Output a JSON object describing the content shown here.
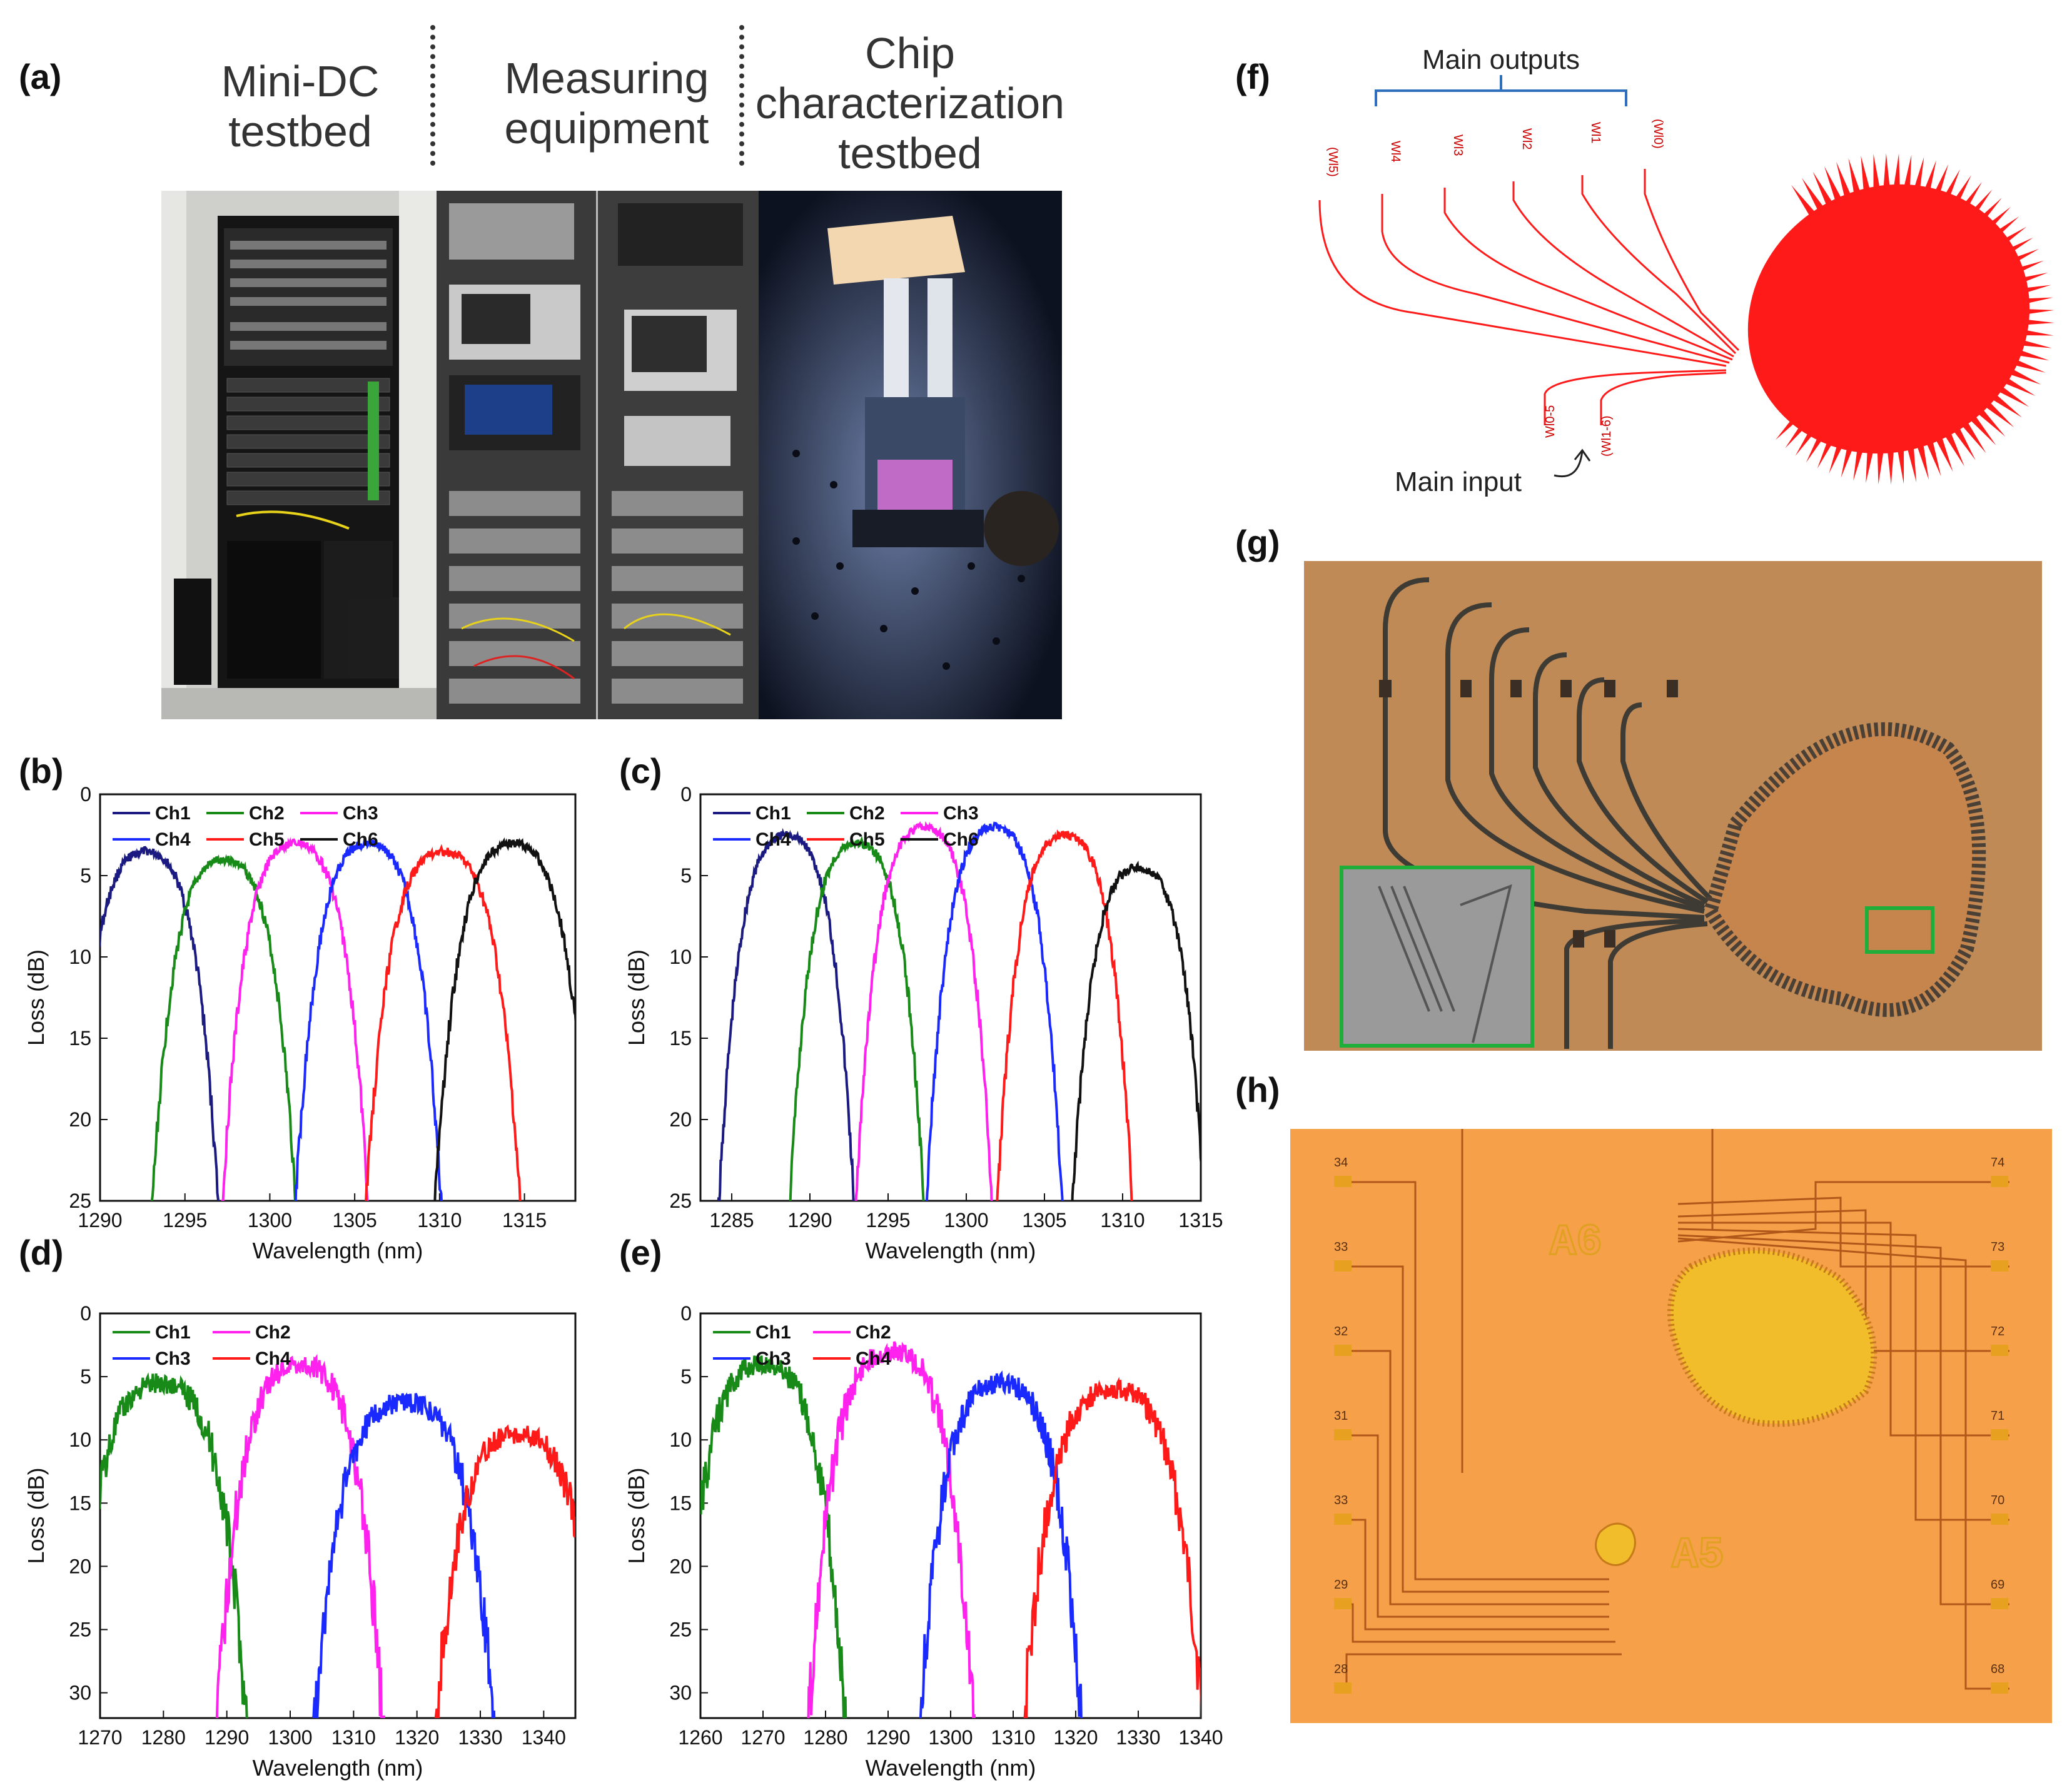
{
  "panels": {
    "a": "(a)",
    "b": "(b)",
    "c": "(c)",
    "d": "(d)",
    "e": "(e)",
    "f": "(f)",
    "g": "(g)",
    "h": "(h)"
  },
  "panel_a": {
    "headers": [
      "Mini-DC\ntestbed",
      "Measuring\nequipment",
      "Chip\ncharacterization\ntestbed"
    ]
  },
  "panel_f": {
    "main_outputs": "Main outputs",
    "main_input": "Main input",
    "port_labels": [
      "(Wl5)",
      "Wl4",
      "Wl3",
      "Wl2",
      "Wl1",
      "(Wl0)",
      "Wl0-5",
      "(Wl1-6)"
    ],
    "colors": {
      "waveguide": "#ff1a1a",
      "bracket": "#2f6fbd"
    }
  },
  "panel_h": {
    "chip_labels": [
      "A6",
      "A5"
    ],
    "left_pads": [
      "34",
      "33",
      "32",
      "31",
      "33",
      "29",
      "28"
    ],
    "right_pads": [
      "74",
      "73",
      "72",
      "71",
      "70",
      "69",
      "68"
    ],
    "colors": {
      "background": "#f6a04a",
      "metal": "#f2bd2a"
    }
  },
  "chart_data": [
    {
      "panel": "b",
      "type": "line",
      "xlabel": "Wavelength (nm)",
      "ylabel": "Loss (dB)",
      "xlim": [
        1290,
        1318
      ],
      "ylim": [
        0,
        25
      ],
      "y_inverted": true,
      "xticks": [
        1290,
        1295,
        1300,
        1305,
        1310,
        1315
      ],
      "yticks": [
        0,
        5,
        10,
        15,
        20,
        25
      ],
      "legend_cols": 3,
      "series": [
        {
          "name": "Ch1",
          "color": "#1a1a80",
          "center": 1292.7,
          "peak": 3.5,
          "half_width": 3.0
        },
        {
          "name": "Ch2",
          "color": "#178a17",
          "center": 1297.3,
          "peak": 4.0,
          "half_width": 3.0
        },
        {
          "name": "Ch3",
          "color": "#ff22ee",
          "center": 1301.5,
          "peak": 3.0,
          "half_width": 3.0
        },
        {
          "name": "Ch4",
          "color": "#1a2aff",
          "center": 1305.8,
          "peak": 3.0,
          "half_width": 3.0
        },
        {
          "name": "Ch5",
          "color": "#ff1a1a",
          "center": 1310.2,
          "peak": 3.5,
          "half_width": 3.2
        },
        {
          "name": "Ch6",
          "color": "#111111",
          "center": 1314.3,
          "peak": 3.0,
          "half_width": 3.2
        }
      ]
    },
    {
      "panel": "c",
      "type": "line",
      "xlabel": "Wavelength (nm)",
      "ylabel": "Loss (dB)",
      "xlim": [
        1283,
        1315
      ],
      "ylim": [
        0,
        25
      ],
      "y_inverted": true,
      "xticks": [
        1285,
        1290,
        1295,
        1300,
        1305,
        1310,
        1315
      ],
      "yticks": [
        0,
        5,
        10,
        15,
        20,
        25
      ],
      "legend_cols": 3,
      "series": [
        {
          "name": "Ch1",
          "color": "#1a1a80",
          "center": 1288.5,
          "peak": 2.5,
          "half_width": 3.0
        },
        {
          "name": "Ch2",
          "color": "#178a17",
          "center": 1293.0,
          "peak": 3.0,
          "half_width": 3.0
        },
        {
          "name": "Ch3",
          "color": "#ff22ee",
          "center": 1297.3,
          "peak": 2.0,
          "half_width": 3.0
        },
        {
          "name": "Ch4",
          "color": "#1a2aff",
          "center": 1301.8,
          "peak": 2.0,
          "half_width": 3.0
        },
        {
          "name": "Ch5",
          "color": "#ff1a1a",
          "center": 1306.3,
          "peak": 2.5,
          "half_width": 3.0
        },
        {
          "name": "Ch6",
          "color": "#111111",
          "center": 1311.0,
          "peak": 4.5,
          "half_width": 3.0
        }
      ]
    },
    {
      "panel": "d",
      "type": "line",
      "xlabel": "Wavelength (nm)",
      "ylabel": "Loss (dB)",
      "xlim": [
        1270,
        1345
      ],
      "ylim": [
        0,
        32
      ],
      "y_inverted": true,
      "xticks": [
        1270,
        1280,
        1290,
        1300,
        1310,
        1320,
        1330,
        1340
      ],
      "yticks": [
        0,
        5,
        10,
        15,
        20,
        25,
        30
      ],
      "legend_cols": 2,
      "series": [
        {
          "name": "Ch1",
          "color": "#178a17",
          "center": 1279.5,
          "peak": 5.5,
          "half_width": 9.0
        },
        {
          "name": "Ch2",
          "color": "#ff22ee",
          "center": 1301.5,
          "peak": 4.0,
          "half_width": 8.5
        },
        {
          "name": "Ch3",
          "color": "#1a2aff",
          "center": 1318.0,
          "peak": 7.0,
          "half_width": 9.5
        },
        {
          "name": "Ch4",
          "color": "#ff1a1a",
          "center": 1336.0,
          "peak": 9.5,
          "half_width": 9.0
        }
      ]
    },
    {
      "panel": "e",
      "type": "line",
      "xlabel": "Wavelength (nm)",
      "ylabel": "Loss (dB)",
      "xlim": [
        1260,
        1340
      ],
      "ylim": [
        0,
        32
      ],
      "y_inverted": true,
      "xticks": [
        1260,
        1270,
        1280,
        1290,
        1300,
        1310,
        1320,
        1330,
        1340
      ],
      "yticks": [
        0,
        5,
        10,
        15,
        20,
        25,
        30
      ],
      "legend_cols": 2,
      "series": [
        {
          "name": "Ch1",
          "color": "#178a17",
          "center": 1270.0,
          "peak": 4.0,
          "half_width": 8.5
        },
        {
          "name": "Ch2",
          "color": "#ff22ee",
          "center": 1290.5,
          "peak": 3.0,
          "half_width": 8.5
        },
        {
          "name": "Ch3",
          "color": "#1a2aff",
          "center": 1308.0,
          "peak": 5.5,
          "half_width": 8.5
        },
        {
          "name": "Ch4",
          "color": "#ff1a1a",
          "center": 1326.0,
          "peak": 6.0,
          "half_width": 9.5
        }
      ]
    }
  ]
}
